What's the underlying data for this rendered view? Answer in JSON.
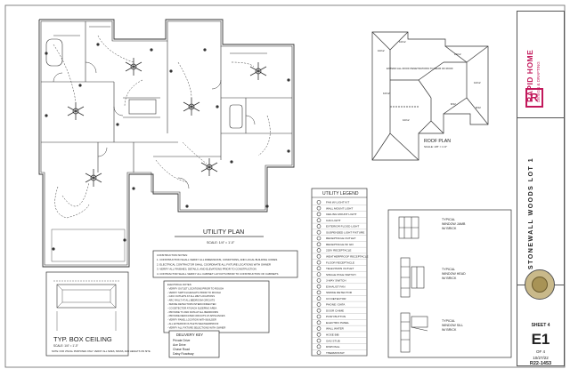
{
  "utility_plan": {
    "title": "UTILITY PLAN",
    "scale": "SCALE: 1/4\" = 1'-0\""
  },
  "roof_plan": {
    "title": "ROOF PLAN",
    "scale": "SCALE: 1/8\" = 1'-0\"",
    "note": "EXTEND ALL ROOF PENETRATIONS TO REAR OF ROOF",
    "pitch_labels": [
      "10/12",
      "10/12",
      "10/12",
      "10/12",
      "10/12",
      "10/12",
      "8/12",
      "8/12"
    ]
  },
  "box_ceiling": {
    "title": "TYP. BOX CEILING",
    "scale": "SCALE: 1/4\" = 1'-0\"",
    "note": "NOTE: FOR VISUAL PURPOSES ONLY. VERIFY ALL SIZES, SPANS, AND HEIGHTS ON SITE."
  },
  "legend": {
    "title": "UTILITY LEGEND",
    "items": [
      "FAN W/ LIGHT KIT",
      "WALL MOUNT LIGHT",
      "CEILING MOUNT LIGHT",
      "CAN LIGHT",
      "EXTERIOR FLOOD LIGHT",
      "SUSPENDED LIGHT FIXTURE",
      "RECEPTACLE OUTLET",
      "RECEPTACLE W/ GFI",
      "220V RECEPTACLE",
      "WEATHERPROOF RECEPTACLE",
      "FLOOR RECEPTACLE",
      "TELEVISION OUTLET",
      "SINGLE POLE SWITCH",
      "3-WAY SWITCH",
      "EXHAUST FAN",
      "SMOKE DETECTOR",
      "CO DETECTOR",
      "PHONE / DATA",
      "DOOR CHIME",
      "PUSH BUTTON",
      "ELECTRIC PANEL",
      "WALL WATER",
      "HOSE BIB",
      "GAS STUB",
      "DISPOSAL",
      "THERMOSTAT"
    ]
  },
  "notes_box": {
    "lines": [
      "CONSTRUCTION NOTES:",
      "1. CONSTRUCTION SHALL VERIFY ALL DIMENSIONS, CONDITIONS, AND LOCAL BUILDING CODES",
      "2. ELECTRICAL CONTRACTOR SHALL COORDINATE ALL FIXTURE LOCATIONS WITH OWNER",
      "3. VERIFY ALL FINISHES, DETAILS, AND ELEVATIONS PRIOR TO CONSTRUCTION",
      "4. CONTRACTOR SHALL VERIFY ALL CABINET LAYOUTS PRIOR TO CONSTRUCTION OF CABINETS"
    ]
  },
  "electrical_notes": {
    "lines": [
      "ELECTRICAL NOTES:",
      "- VERIFY OUTLET LOCATIONS PRIOR TO ROUGH",
      "- VERIFY SWITCH HEIGHTS PRIOR TO ROUGH",
      "- GFCI OUTLETS AT ALL WET LOCATIONS",
      "- ARC FAULT AT ALL BEDROOM CIRCUITS",
      "- SMOKE DETECTORS INTERCONNECTED",
      "- CO DETECTOR AT EACH SLEEPING AREA",
      "- PROVIDE TV AND DATA AT ALL BEDROOMS",
      "- PROVIDE DEDICATED CIRCUITS AT APPLIANCES",
      "- VERIFY PANEL LOCATION WITH BUILDER",
      "- ALL EXTERIOR OUTLETS WEATHERPROOF",
      "- VERIFY ALL FIXTURE SELECTIONS WITH OWNER"
    ]
  },
  "delivery_key": {
    "title": "DELIVERY KEY",
    "lines": [
      "Private Drive",
      "Ace Drive",
      "Chase Road",
      "Daisy Roadway"
    ]
  },
  "wall_details": [
    {
      "lines": [
        "TYPICAL",
        "WINDOW JAMB",
        "W/ BRICK"
      ]
    },
    {
      "lines": [
        "TYPICAL",
        "WINDOW HEAD",
        "W/ BRICK"
      ]
    },
    {
      "lines": [
        "TYPICAL",
        "WINDOW SILL",
        "W/ BRICK"
      ]
    }
  ],
  "title_block": {
    "company": "RAPID HOME",
    "company_sub": "DESIGN & DRAFTING",
    "project": "STONEWALL WOODS LOT 1",
    "sheet_label": "SHEET 4",
    "sheet_number": "E1",
    "sheet_of": "OF 4",
    "date": "10/27/22",
    "job_number": "R22-1453"
  },
  "colors": {
    "brand": "#c2185b",
    "line": "#333333"
  }
}
